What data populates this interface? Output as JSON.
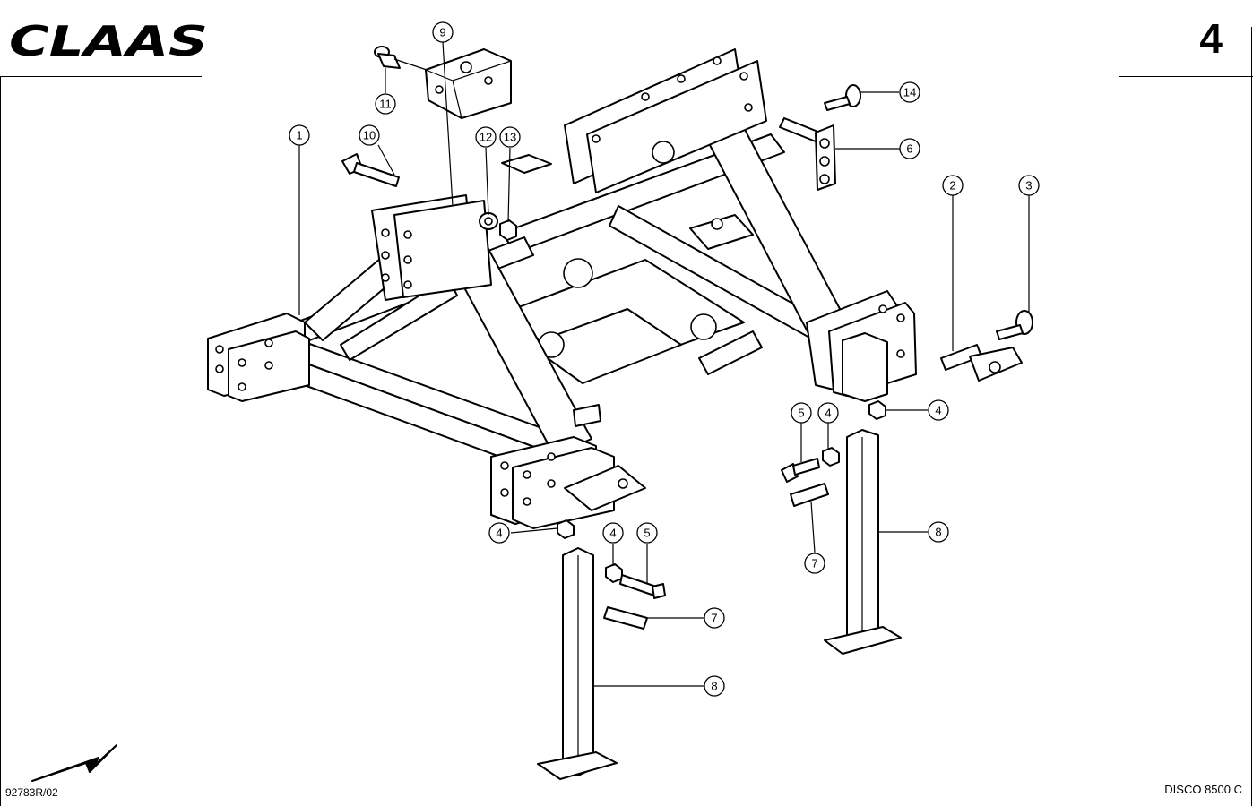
{
  "header": {
    "brand": "CLAAS",
    "page_number": "4"
  },
  "footer": {
    "drawing_id": "92783R/02",
    "model": "DISCO 8500 C"
  },
  "callouts": [
    {
      "label": "1"
    },
    {
      "label": "2"
    },
    {
      "label": "3"
    },
    {
      "label": "4"
    },
    {
      "label": "4"
    },
    {
      "label": "4"
    },
    {
      "label": "4"
    },
    {
      "label": "5"
    },
    {
      "label": "5"
    },
    {
      "label": "6"
    },
    {
      "label": "7"
    },
    {
      "label": "7"
    },
    {
      "label": "8"
    },
    {
      "label": "8"
    },
    {
      "label": "9"
    },
    {
      "label": "10"
    },
    {
      "label": "11"
    },
    {
      "label": "12"
    },
    {
      "label": "13"
    },
    {
      "label": "14"
    }
  ]
}
